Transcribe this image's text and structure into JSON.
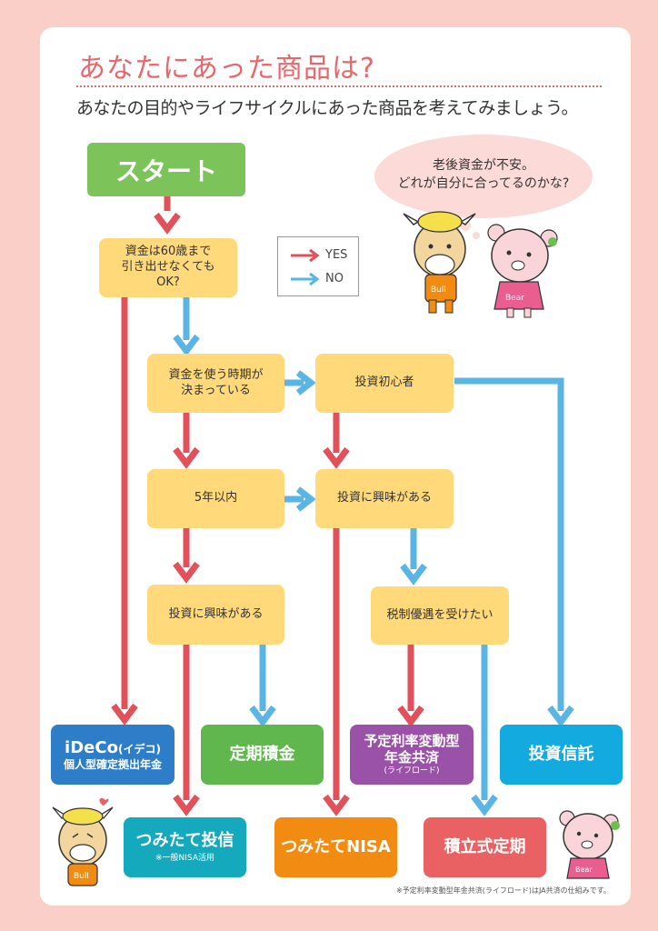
{
  "header": {
    "title": "あなたにあった商品は?",
    "subtitle": "あなたの目的やライフサイクルにあった商品を考えてみましょう。"
  },
  "nodes": {
    "start": "スタート",
    "q1": [
      "資金は60歳まで",
      "引き出せなくても",
      "OK?"
    ],
    "q2": [
      "資金を使う時期が",
      "決まっている"
    ],
    "q3": "投資初心者",
    "q4": "5年以内",
    "q5": "投資に興味がある",
    "q6": "投資に興味がある",
    "q7": "税制優遇を受けたい"
  },
  "results": {
    "ideco": {
      "main": "iDeCo",
      "paren": "(イデコ)",
      "sub": "個人型確定拠出年金"
    },
    "teiki": "定期積金",
    "kyosai": {
      "line1": "予定利率変動型",
      "line2": "年金共済",
      "small": "(ライフロード)"
    },
    "toushin": "投資信託",
    "tsumitate_toushin": {
      "main": "つみたて投信",
      "small": "※一般NISA活用"
    },
    "tsumitate_nisa": "つみたてNISA",
    "sekiritsu": "積立式定期"
  },
  "legend": {
    "yes": "YES",
    "no": "NO"
  },
  "bubble": [
    "老後資金が不安。",
    "どれが自分に合ってるのかな?"
  ],
  "characters": {
    "bull": "Bull",
    "bear": "Bear"
  },
  "footnote": "※予定利率変動型年金共済(ライフロード)はJA共済の仕組みです。",
  "colors": {
    "yes": "#e2505a",
    "no": "#5ab4e4",
    "question": "#ffd97a",
    "start": "#7cc35a"
  }
}
